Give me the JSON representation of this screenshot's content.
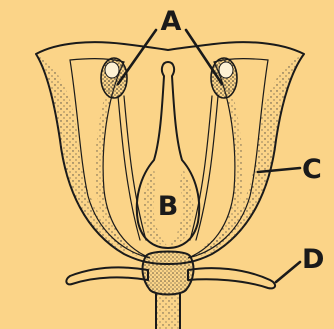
{
  "colors": {
    "background": "#fbd488",
    "ink": "#1a1a1a",
    "tissue": "#fdf1d4"
  },
  "labels": {
    "a": "A",
    "b": "B",
    "c": "C",
    "d": "D"
  }
}
